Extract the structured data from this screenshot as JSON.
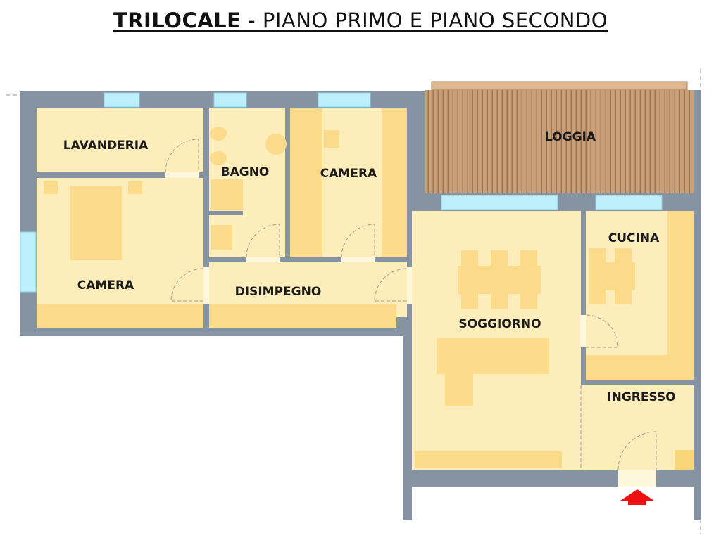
{
  "title": {
    "main": "TRILOCALE",
    "rest": " - PIANO PRIMO E PIANO SECONDO"
  },
  "rooms": {
    "lavanderia": "LAVANDERIA",
    "bagno": "BAGNO",
    "camera_small": "CAMERA",
    "camera_main": "CAMERA",
    "disimpegno": "DISIMPEGNO",
    "loggia": "LOGGIA",
    "soggiorno": "SOGGIORNO",
    "cucina": "CUCINA",
    "ingresso": "INGRESSO"
  },
  "colors": {
    "wall": "#8593a3",
    "floor": "#fdedbb",
    "furniture": "#fbdb8a",
    "window": "#bdeffa",
    "loggia": "#c99f78",
    "entrance_arrow": "#ee1111"
  }
}
